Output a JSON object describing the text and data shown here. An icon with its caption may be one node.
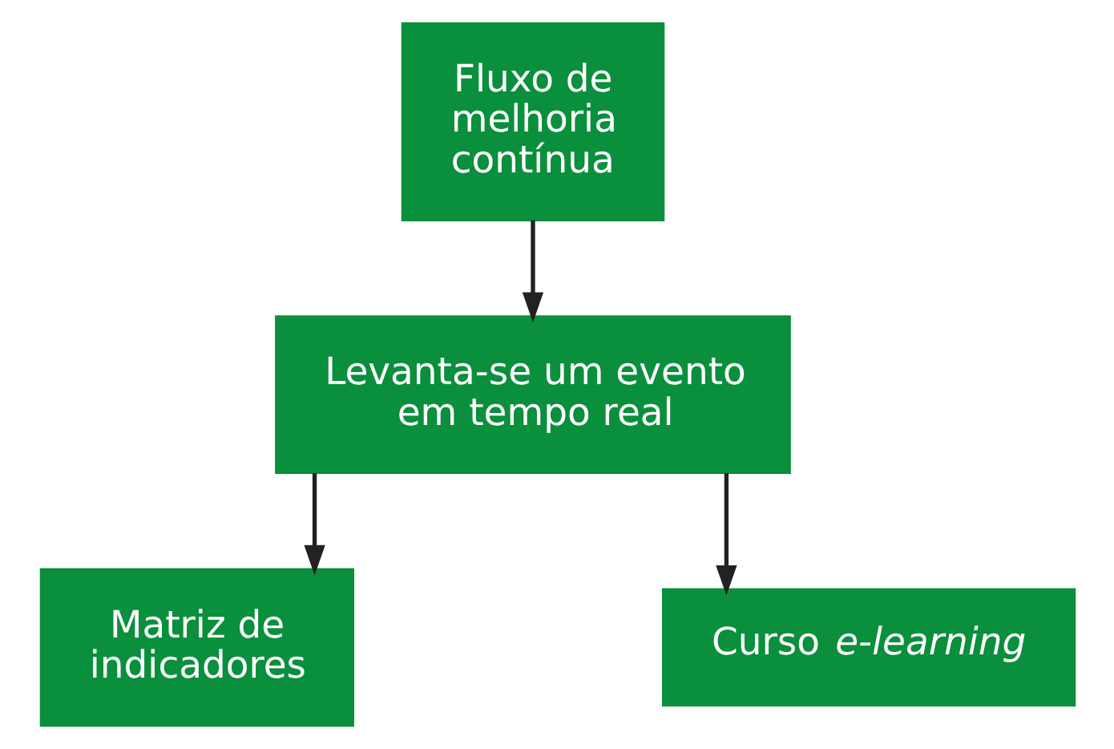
{
  "diagram": {
    "nodes": [
      {
        "text": [
          "Fluxo de melhoria contínua"
        ]
      },
      {
        "text": [
          "Levanta-se um evento em tempo real"
        ]
      },
      {
        "text": [
          "Matriz de indicadores"
        ]
      },
      {
        "text": [
          "Curso *e-learning*"
        ]
      }
    ],
    "edges": [
      {
        "from": 0,
        "to": 1,
        "arrow": "to"
      },
      {
        "from": 1,
        "to": 2,
        "arrow": "to"
      },
      {
        "from": 1,
        "to": 3,
        "arrow": "to"
      }
    ]
  }
}
